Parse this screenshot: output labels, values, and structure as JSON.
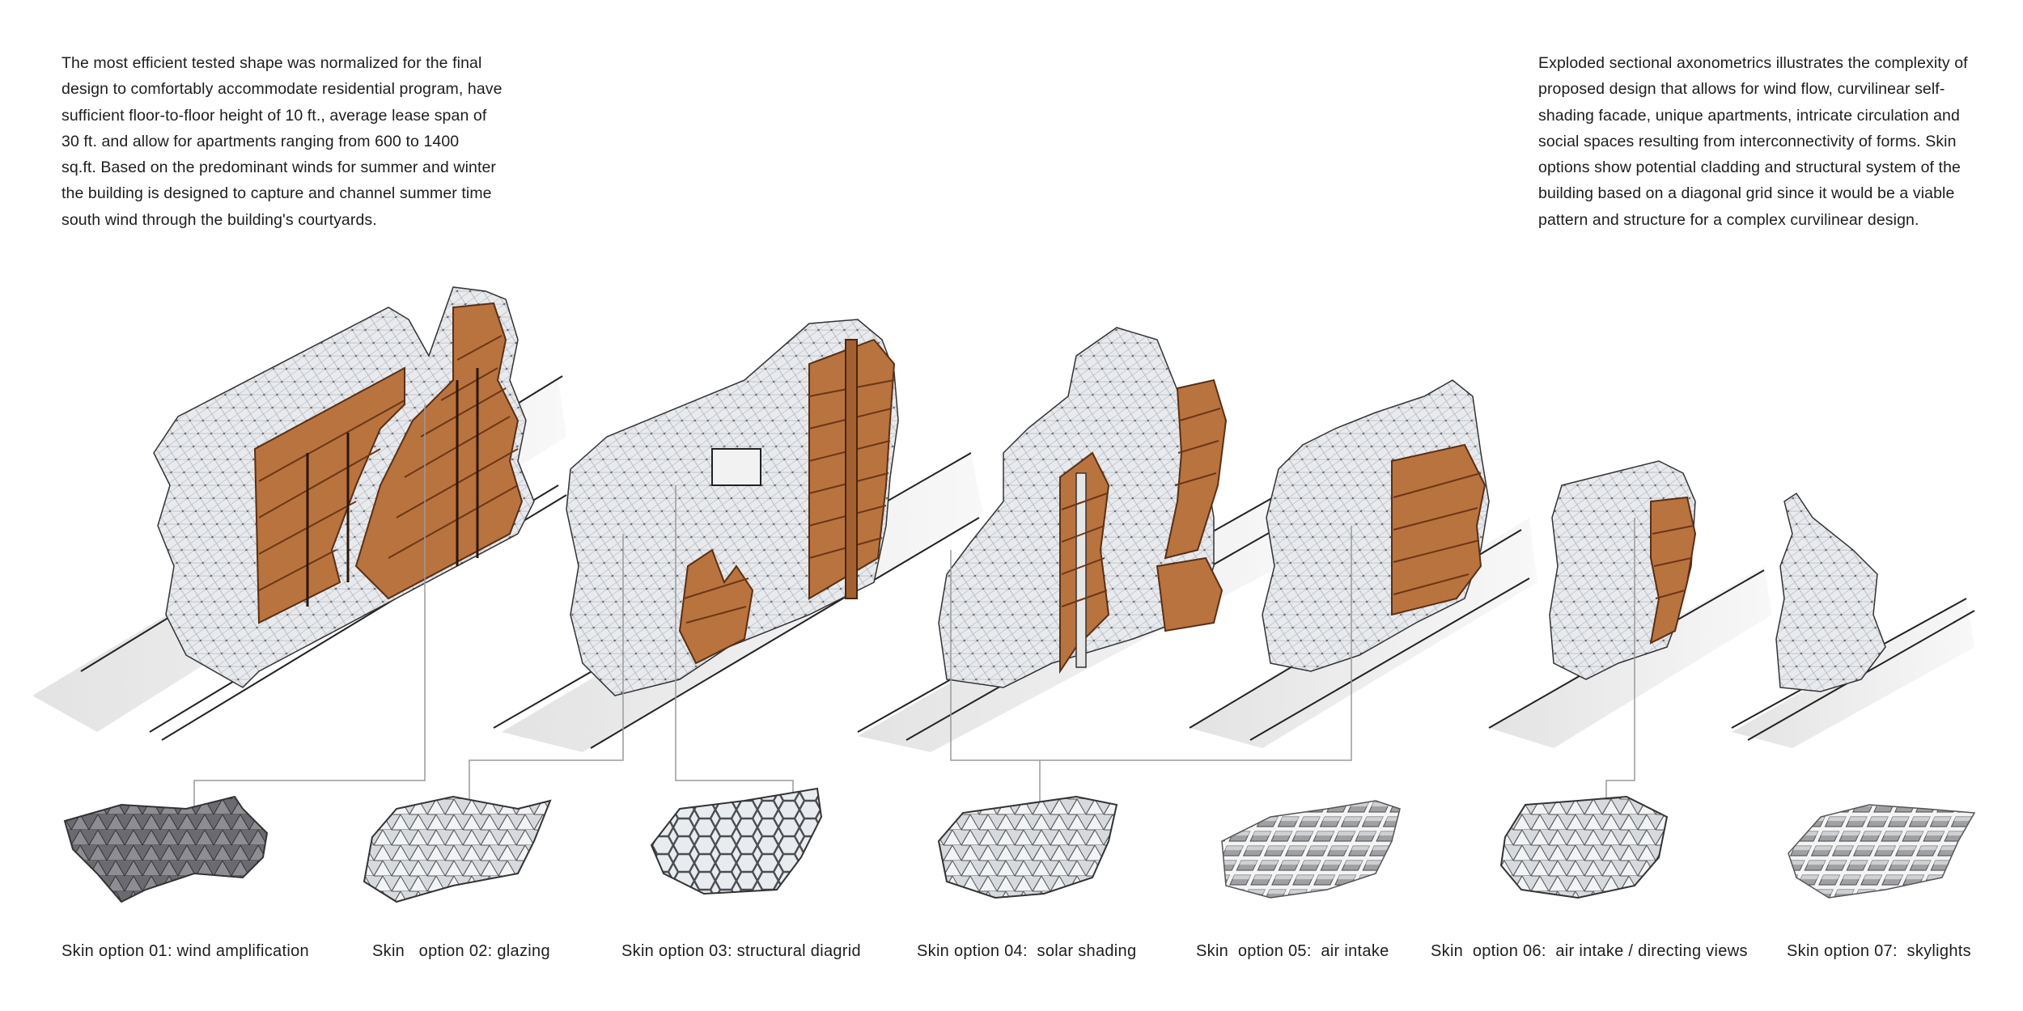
{
  "intro_left": {
    "lines": [
      "The most efficient tested shape was normalized for the final",
      "design to comfortably accommodate residential program, have",
      "sufficient floor-to-floor height of 10 ft., average lease span of",
      "30 ft. and allow for apartments ranging from 600 to 1400",
      "sq.ft. Based on the predominant winds for summer and winter",
      "the building is designed to capture and channel summer time",
      "south wind through the building's courtyards."
    ]
  },
  "intro_right": {
    "lines": [
      "Exploded sectional axonometrics illustrates the complexity of",
      "proposed design that allows for wind flow, curvilinear self-",
      "shading facade, unique apartments, intricate circulation and",
      "social spaces resulting from interconnectivity of forms. Skin",
      "options show potential cladding and structural system of the",
      "building based on a diagonal grid since it would be a viable",
      "pattern and structure for a complex curvilinear design."
    ]
  },
  "skin_options": [
    {
      "caption": "Skin option 01: wind amplification"
    },
    {
      "caption": "Skin   option 02: glazing"
    },
    {
      "caption": "Skin option 03: structural diagrid"
    },
    {
      "caption": "Skin option 04:  solar shading"
    },
    {
      "caption": "Skin  option 05:  air intake"
    },
    {
      "caption": "Skin  option 06:  air intake / directing views"
    },
    {
      "caption": "Skin option 07:  skylights"
    }
  ],
  "colors": {
    "wood": "#b9733f",
    "wood_dark": "#7a4321",
    "skin": "#e7e9ec",
    "panel_dark": "#4d4d51",
    "leader": "#9a9a9a"
  }
}
